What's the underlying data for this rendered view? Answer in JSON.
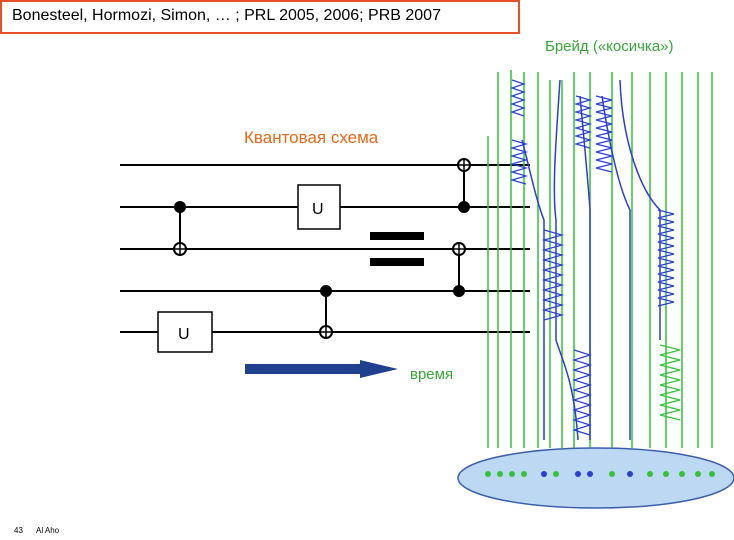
{
  "header": {
    "citation": "Bonesteel, Hormozi, Simon, …  ; PRL 2005, 2006;  PRB 2007"
  },
  "labels": {
    "braid_title": "Брейд («косичка»)",
    "circuit_title": "Квантовая схема",
    "time": "время",
    "gate_u": "U"
  },
  "footer": {
    "slide_number": "43",
    "author": "Al Aho"
  },
  "colors": {
    "citation_border": "#e8502a",
    "braid_title": "#3aa43a",
    "circuit_title": "#e06a1a",
    "time_label": "#3aa43a",
    "arrow": "#1f3f8f",
    "braid_green": "#34c23a",
    "braid_blue": "#2b3fd0",
    "platform": "#bcd8f2"
  }
}
